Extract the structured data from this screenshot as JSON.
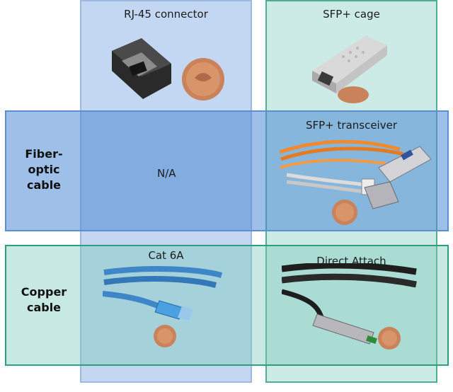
{
  "columns": {
    "rj45": "RJ-45 connector",
    "sfp": "SFP+ cage"
  },
  "rows": {
    "fiber": [
      "Fiber-",
      "optic",
      "cable"
    ],
    "copper": [
      "Copper",
      "cable"
    ]
  },
  "cells": {
    "fiber_rj45": "N/A",
    "fiber_sfp": "SFP+ transceiver",
    "copper_rj45": "Cat 6A",
    "copper_sfp": "Direct Attach"
  },
  "colors": {
    "rj45_column": "#bad0f0",
    "sfp_column": "#c4e8e2",
    "fiber_row": "#4e8ad4",
    "copper_row": "#7ac8bc",
    "coin": "#c9825a",
    "fiber_cable": "#f08a30",
    "copper_cable": "#3e86c8"
  }
}
